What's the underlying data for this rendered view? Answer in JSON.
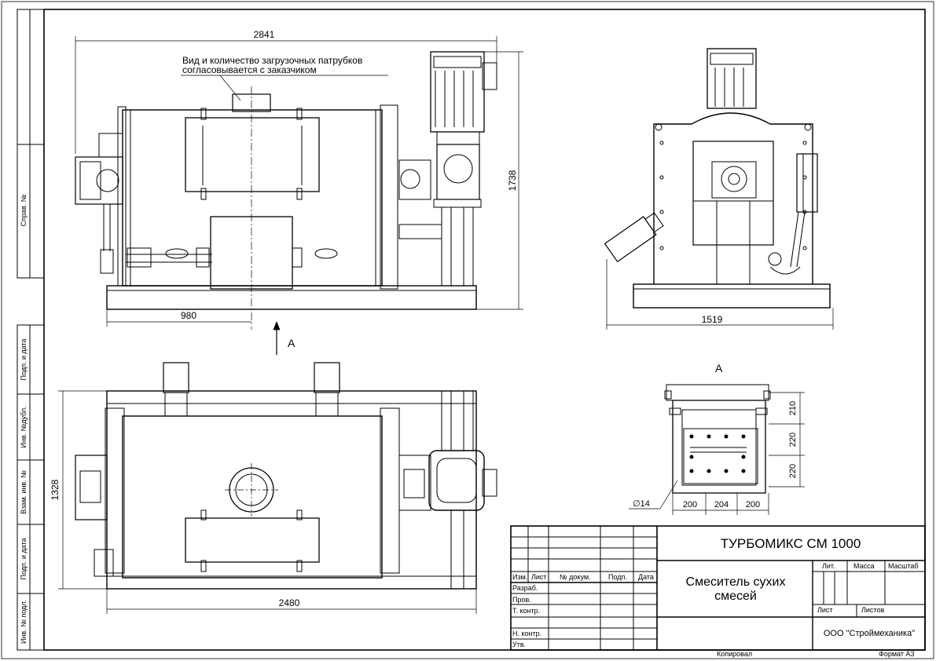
{
  "dimensions": {
    "overall_length": "2841",
    "height": "1738",
    "offset_980": "980",
    "side_width": "1519",
    "plan_depth": "1328",
    "plan_length": "2480",
    "flange_holes": "∅14",
    "flange_x1": "200",
    "flange_x2": "204",
    "flange_x3": "200",
    "flange_y1": "210",
    "flange_y2": "220",
    "flange_y3": "220"
  },
  "notes": {
    "inlet_line1": "Вид и количество загрузочных патрубков",
    "inlet_line2": "согласовывается с заказчиком",
    "view_arrow": "А",
    "view_title": "А"
  },
  "title_block": {
    "product": "ТУРБОМИКС СМ 1000",
    "name_line1": "Смеситель сухих",
    "name_line2": "смесей",
    "company": "ООО \"Строймеханика\"",
    "lit": "Лит.",
    "mass": "Масса",
    "scale": "Масштаб",
    "sheet": "Лист",
    "sheets": "Листов",
    "izm": "Изм.",
    "list": "Лист",
    "doc_no": "№ докум.",
    "sign": "Подп.",
    "date": "Дата",
    "developed": "Разраб.",
    "checked": "Пров.",
    "tech_control": "Т. контр.",
    "norm_control": "Н. контр.",
    "approved": "Утв.",
    "copied": "Копировал",
    "format": "Формат А3"
  },
  "left_strip": {
    "sprav": "Справ. №",
    "podp_date1": "Подп. и дата",
    "inv_dubl": "Инв. №дубл.",
    "vzam_inv": "Взам. инв. №",
    "podp_date2": "Подп. и дата",
    "inv_podl": "Инв. № подл."
  }
}
